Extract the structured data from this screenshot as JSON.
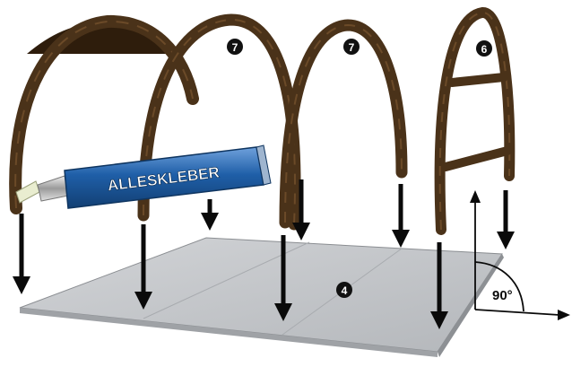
{
  "glue_tube": {
    "label": "ALLESKLEBER"
  },
  "callouts": [
    {
      "id": "arch-2",
      "number": "7"
    },
    {
      "id": "arch-3",
      "number": "7"
    },
    {
      "id": "arch-4",
      "number": "6"
    },
    {
      "id": "base-plate",
      "number": "4"
    }
  ],
  "angle_marker": {
    "label": "90°"
  },
  "colors": {
    "arch_wood": "#4a3219",
    "arch_dark": "#2e1d0c",
    "plate": "#c4c6c9",
    "tube_blue": "#1f5fa8",
    "arrow": "#0a0a0a"
  }
}
